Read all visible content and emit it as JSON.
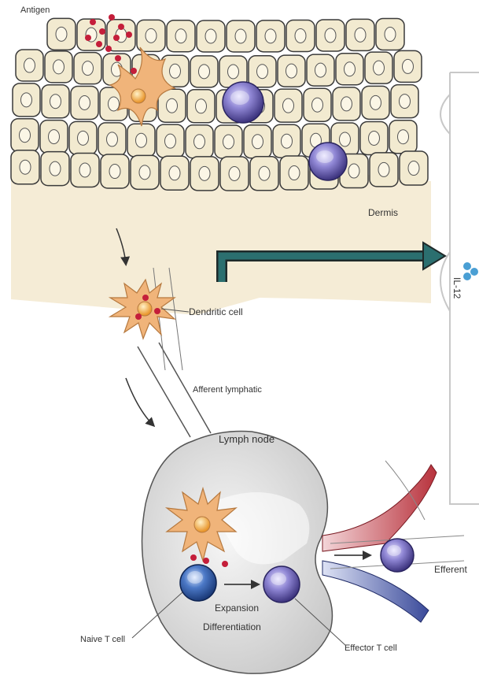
{
  "labels": {
    "antigen": "Antigen",
    "dermis": "Dermis",
    "dendritic_cell": "Dendritic cell",
    "afferent_lymphatic": "Afferent lymphatic",
    "lymph_node": "Lymph node",
    "expansion": "Expansion",
    "differentiation": "Differentiation",
    "naive_t_cell": "Naive T cell",
    "effector_t_cell": "Effector T cell",
    "efferent_partial": "Efferent",
    "il12": "IL-12"
  },
  "colors": {
    "keratinocyte_fill": "#f2ead0",
    "dermis_fill": "#f5ecd6",
    "dendritic_cell": "#f0b47a",
    "antigen_dots": "#c41e3a",
    "t_cell_purple": "#6a5fb5",
    "naive_t_cell_blue": "#2e5aa8",
    "lymph_node": "#e3e3e3",
    "teal_arrow": "#2b6f6f",
    "efferent_red": "#b8323c",
    "efferent_blue": "#3a4a9a"
  }
}
